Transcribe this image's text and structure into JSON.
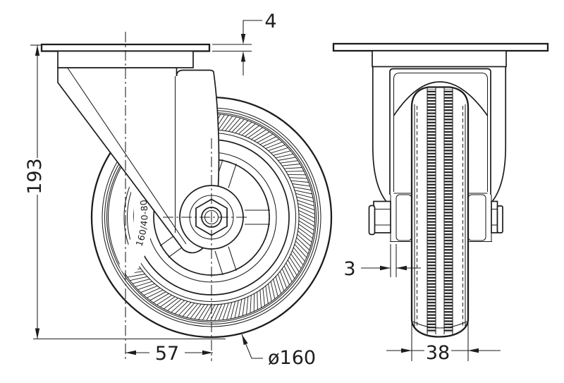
{
  "drawing": {
    "type": "technical-drawing",
    "background_color": "#ffffff",
    "line_color": "#1d1d1d",
    "side_view": {
      "tire_marking": "160/40-80"
    },
    "dimensions": {
      "plate_thickness": "4",
      "overall_height": "193",
      "swivel_offset": "57",
      "wheel_diameter": "ø160",
      "fork_plate_thickness": "3",
      "wheel_width": "38"
    }
  }
}
